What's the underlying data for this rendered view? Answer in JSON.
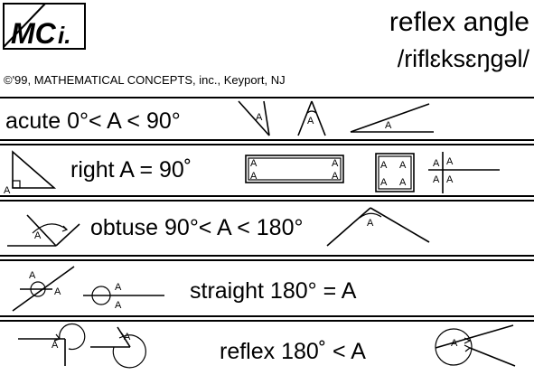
{
  "header": {
    "logo_text": "MC",
    "logo_suffix": "i.",
    "title": "reflex angle",
    "pronunciation": "/riflɛksɛŋgəl/",
    "copyright": "©'99, MATHEMATICAL CONCEPTS, inc., Keyport, NJ"
  },
  "rows": {
    "acute": {
      "label": "acute 0°< A < 90°"
    },
    "right": {
      "label": "right A = 90˚"
    },
    "obtuse": {
      "label": "obtuse 90°< A < 180°"
    },
    "straight": {
      "label": "straight  180° = A"
    },
    "reflex": {
      "label": "reflex 180˚ < A"
    }
  },
  "angle_marker": "A"
}
